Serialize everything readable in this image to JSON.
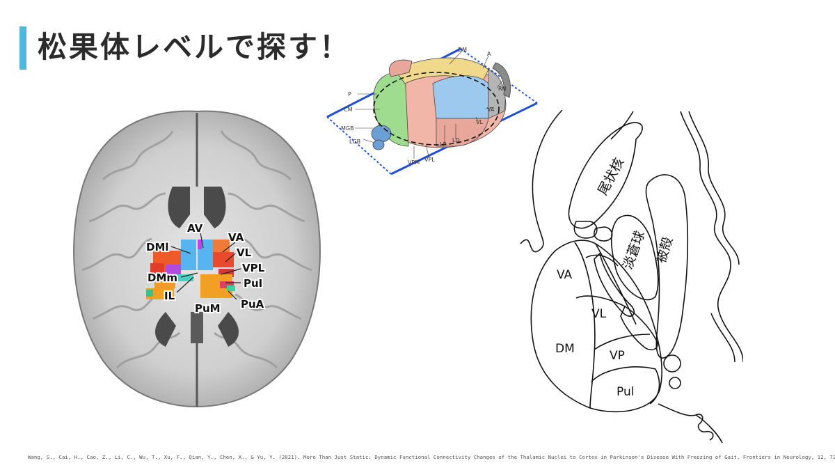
{
  "slide": {
    "title": "松果体レベルで探す！",
    "citation": "Wang, S., Cai, H., Cao, Z., Li, C., Wu, T., Xu, F., Qian, Y., Chen, X., & Yu, Y. (2021). More Than Just Static: Dynamic Functional Connectivity Changes of the Thalamic Nuclei to Cortex in Parkinson's Disease With Freezing of Gait. Frontiers in Neurology, 12, 735999"
  },
  "brain_figure": {
    "labels": {
      "av": "AV",
      "va": "VA",
      "dml": "DMl",
      "vl": "VL",
      "vpl": "VPL",
      "dmm": "DMm",
      "pul": "PuI",
      "il": "IL",
      "pum": "PuM",
      "pua": "PuA"
    }
  },
  "thalamus_3d": {
    "labels": {
      "dm": "DM",
      "a": "A",
      "p": "P",
      "cm": "CM",
      "rn": "RN",
      "va": "VA",
      "vl": "VL",
      "mgb": "MGB",
      "lgb": "LGB",
      "vpm": "VPM",
      "vpl": "VPL",
      "lp": "LP",
      "ld": "LD"
    },
    "colors": {
      "plane": "#1f4fd8",
      "pulvinar": "#9fdc8f",
      "dm": "#f0d98a",
      "lateral": "#9ec9ef",
      "ventral": "#e8a79a",
      "anterior": "#b5b5b5",
      "body": "#f2b6a8"
    }
  },
  "schematic": {
    "labels": {
      "caudate": "尾状核",
      "globus_pallidus": "淡蒼球",
      "putamen": "被殻",
      "va": "VA",
      "vl": "VL",
      "dm": "DM",
      "vp": "VP",
      "pul": "Pul"
    }
  },
  "colors": {
    "accent": "#4db8d9"
  }
}
